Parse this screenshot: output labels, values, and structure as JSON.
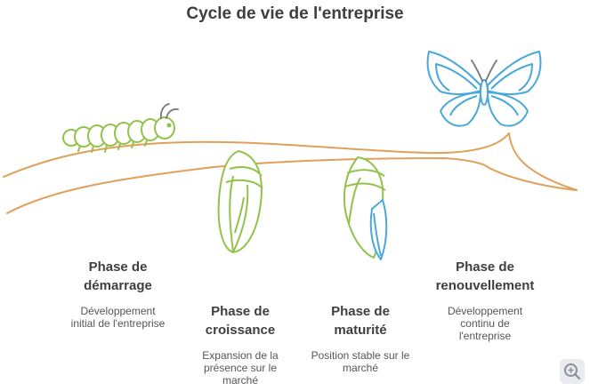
{
  "title": "Cycle de vie de l'entreprise",
  "phases": [
    {
      "title": "Phase de\ndémarrage",
      "description": "Développement\ninitial de l'entreprise",
      "color": "#93c24a"
    },
    {
      "title": "Phase de\ncroissance",
      "description": "Expansion de la\nprésence sur le\nmarché",
      "color": "#93c24a"
    },
    {
      "title": "Phase de\nmaturité",
      "description": "Position stable sur le\nmarché",
      "color": "#93c24a"
    },
    {
      "title": "Phase de\nrenouvellement",
      "description": "Développement\ncontinu de\nl'entreprise",
      "color": "#4aa8d8"
    }
  ],
  "colors": {
    "branch": "#e0a05a",
    "green": "#93c24a",
    "blue": "#4aa8d8",
    "antenna": "#777777"
  },
  "icons": {
    "zoom": "zoom-in-icon"
  }
}
